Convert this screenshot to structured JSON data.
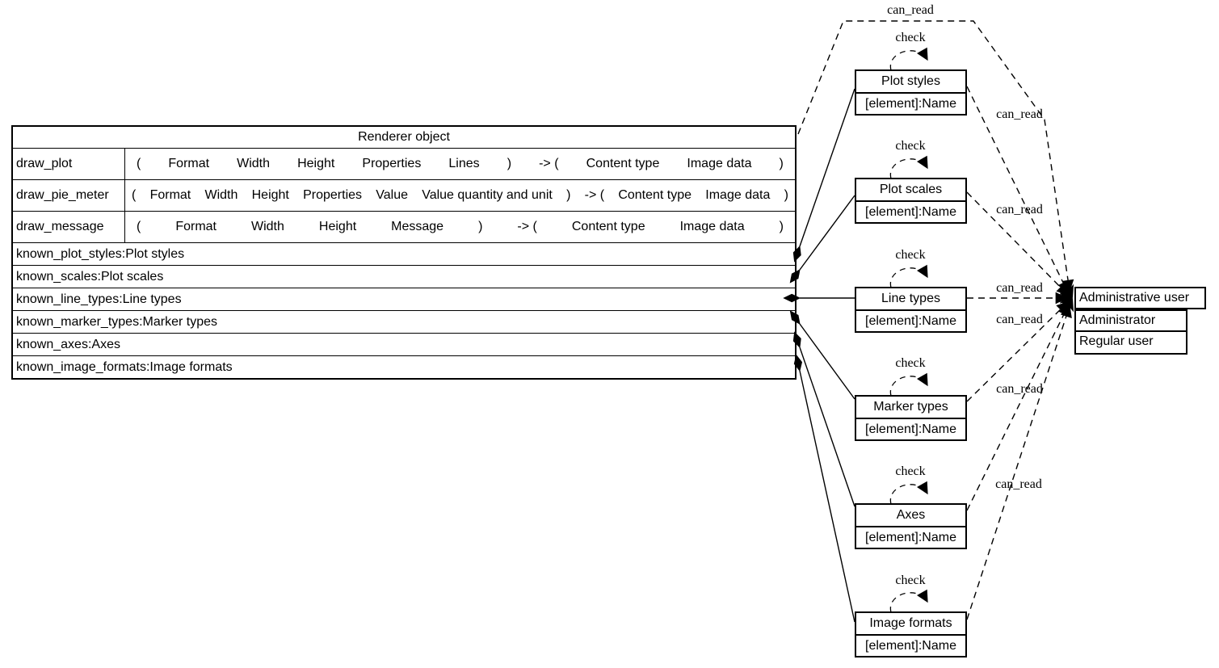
{
  "renderer": {
    "title": "Renderer object",
    "methods": [
      {
        "name": "draw_plot",
        "tokens": [
          "(",
          "Format",
          "Width",
          "Height",
          "Properties",
          "Lines",
          ")",
          "-> (",
          "Content type",
          "Image data",
          ")"
        ]
      },
      {
        "name": "draw_pie_meter",
        "tokens": [
          "(",
          "Format",
          "Width",
          "Height",
          "Properties",
          "Value",
          "Value quantity and unit",
          ")",
          "-> (",
          "Content type",
          "Image data",
          ")"
        ]
      },
      {
        "name": "draw_message",
        "tokens": [
          "(",
          "Format",
          "Width",
          "Height",
          "Message",
          ")",
          "-> (",
          "Content type",
          "Image data",
          ")"
        ]
      }
    ],
    "attributes": [
      "known_plot_styles:Plot styles",
      "known_scales:Plot scales",
      "known_line_types:Line types",
      "known_marker_types:Marker types",
      "known_axes:Axes",
      "known_image_formats:Image formats"
    ]
  },
  "entities": [
    {
      "title": "Plot styles",
      "attribute": "[element]:Name"
    },
    {
      "title": "Plot scales",
      "attribute": "[element]:Name"
    },
    {
      "title": "Line types",
      "attribute": "[element]:Name"
    },
    {
      "title": "Marker types",
      "attribute": "[element]:Name"
    },
    {
      "title": "Axes",
      "attribute": "[element]:Name"
    },
    {
      "title": "Image formats",
      "attribute": "[element]:Name"
    }
  ],
  "user_node": {
    "title": "Administrative user",
    "rows": [
      "Administrator",
      "Regular user"
    ]
  },
  "edge_labels": {
    "can_read": "can_read",
    "check": "check"
  },
  "colors": {
    "line": "#000000",
    "background": "#ffffff",
    "text": "#000000"
  }
}
